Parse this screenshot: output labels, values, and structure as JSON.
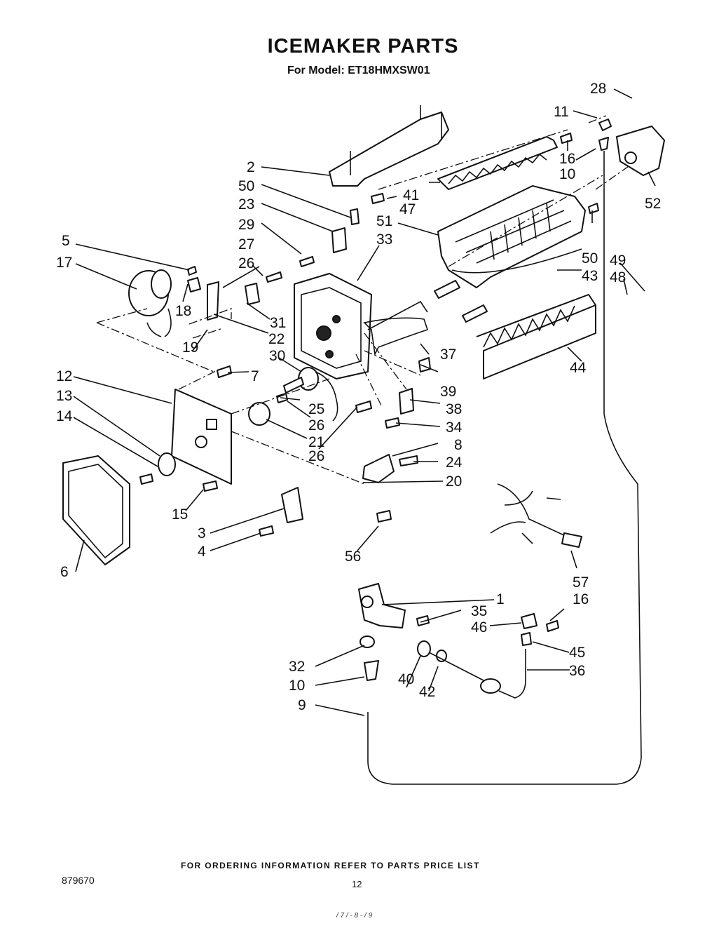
{
  "header": {
    "title": "ICEMAKER PARTS",
    "model_line": "For Model: ET18HMXSW01"
  },
  "footer": {
    "ordering_note": "FOR ORDERING INFORMATION REFER TO PARTS PRICE LIST",
    "document_number": "879670",
    "page_number": "12",
    "handwritten_note": "/ 7 / - 8 - / 9"
  },
  "callouts": [
    "28",
    "11",
    "16",
    "10",
    "52",
    "2",
    "50",
    "47",
    "41",
    "23",
    "51",
    "29",
    "33",
    "50",
    "43",
    "49",
    "48",
    "5",
    "27",
    "17",
    "26",
    "18",
    "31",
    "22",
    "19",
    "44",
    "37",
    "30",
    "39",
    "12",
    "7",
    "25",
    "38",
    "13",
    "26",
    "14",
    "21",
    "34",
    "26",
    "8",
    "24",
    "20",
    "15",
    "3",
    "4",
    "6",
    "56",
    "57",
    "1",
    "16",
    "35",
    "46",
    "32",
    "45",
    "36",
    "40",
    "42",
    "10",
    "9"
  ]
}
